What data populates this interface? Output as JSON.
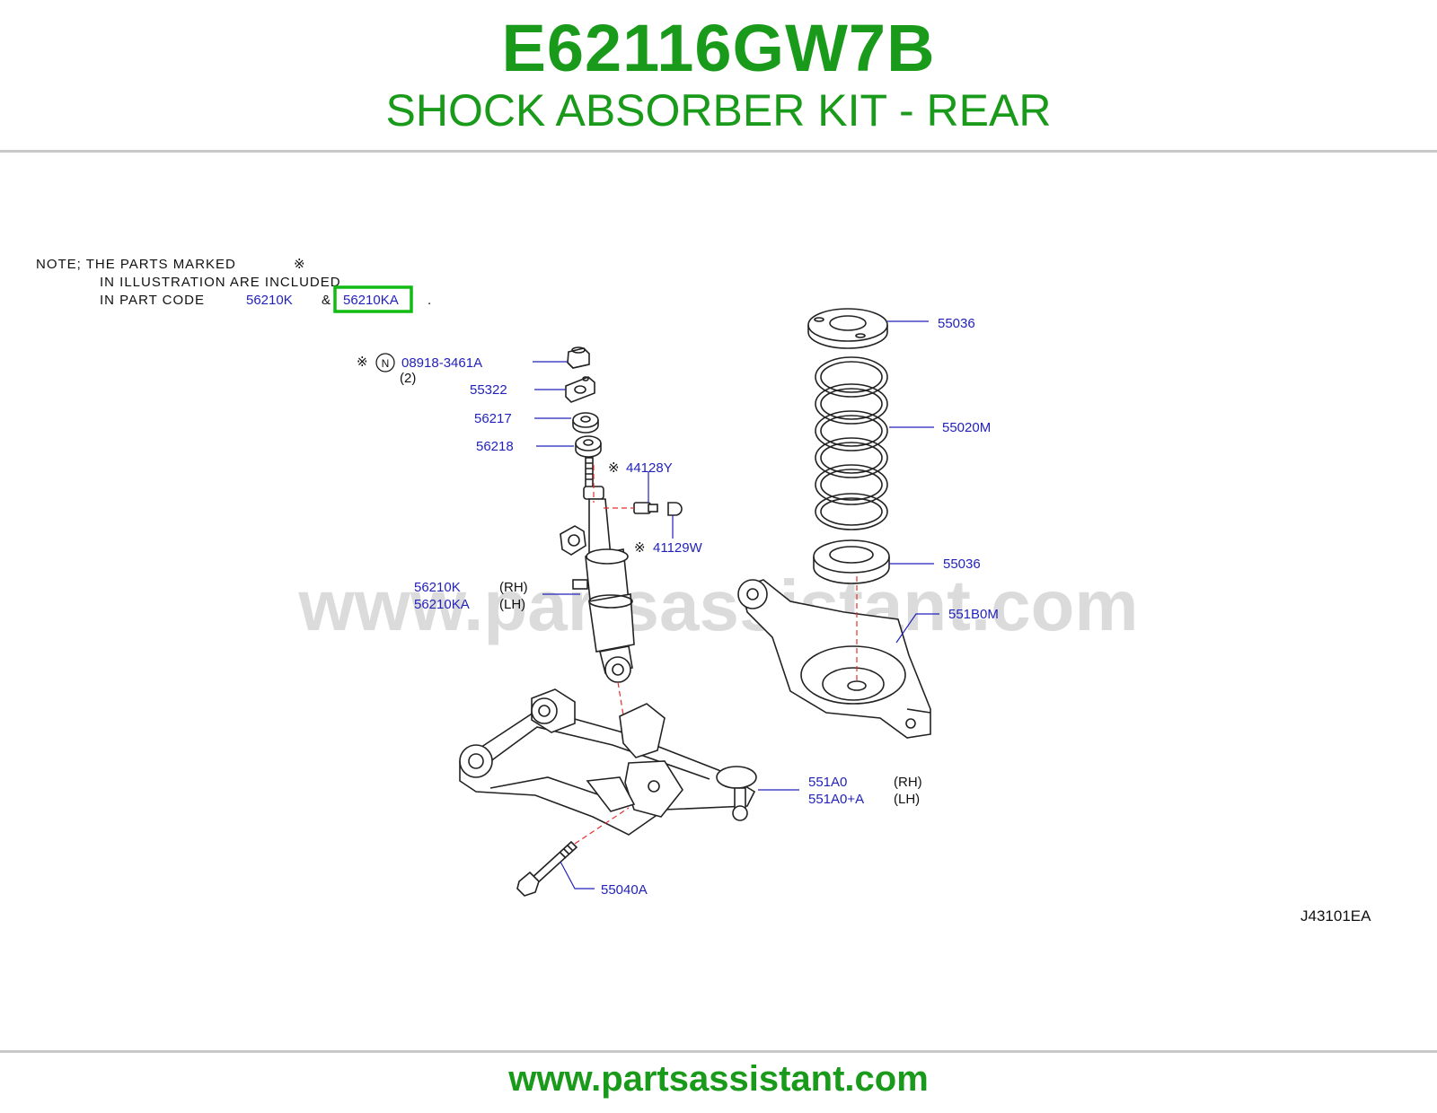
{
  "header": {
    "part_number": "E62116GW7B",
    "description": "SHOCK ABSORBER KIT - REAR"
  },
  "note": {
    "line1": "NOTE;  THE  PARTS  MARKED",
    "mark": "※",
    "line2": "IN  ILLUSTRATION  ARE  INCLUDED",
    "line3": "IN  PART  CODE",
    "code1": "56210K",
    "amp": "&",
    "code2": "56210KA",
    "period": "."
  },
  "callouts": {
    "c08918": {
      "mark": "※",
      "n_symbol": "N",
      "code": "08918-3461A",
      "qty": "(2)"
    },
    "c55322": {
      "code": "55322"
    },
    "c56217": {
      "code": "56217"
    },
    "c56218": {
      "code": "56218"
    },
    "c44128": {
      "mark": "※",
      "code": "44128Y"
    },
    "c41129": {
      "mark": "※",
      "code": "41129W"
    },
    "c56210": {
      "code_rh": "56210K",
      "side_rh": "(RH)",
      "code_lh": "56210KA",
      "side_lh": "(LH)"
    },
    "c55036_top": {
      "code": "55036"
    },
    "c55020": {
      "code": "55020M"
    },
    "c55036_bottom": {
      "code": "55036"
    },
    "c551B0": {
      "code": "551B0M"
    },
    "c551A0": {
      "code_rh": "551A0",
      "side_rh": "(RH)",
      "code_lh": "551A0+A",
      "side_lh": "(LH)"
    },
    "c55040": {
      "code": "55040A"
    }
  },
  "diagram_code": "J43101EA",
  "watermark": "www.partsassistant.com",
  "footer": {
    "url": "www.partsassistant.com"
  },
  "colors": {
    "brand_green": "#1a9a1a",
    "callout_blue": "#2222bb",
    "highlight_green": "#11bb11",
    "dash_red": "#e03030"
  }
}
